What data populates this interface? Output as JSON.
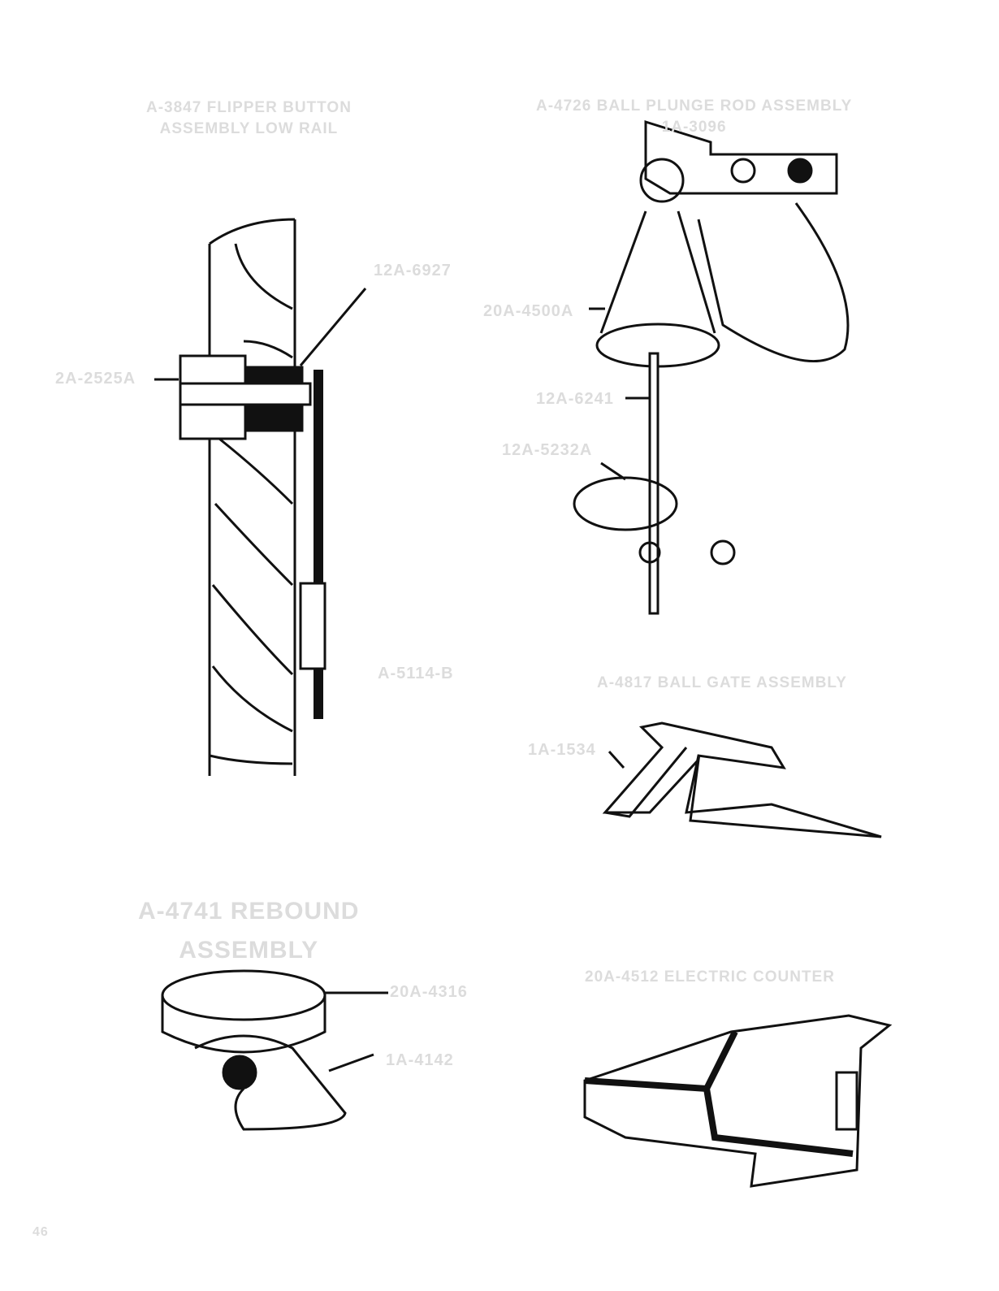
{
  "captions": {
    "flipper": [
      "A-3847 FLIPPER BUTTON",
      "ASSEMBLY LOW RAIL"
    ],
    "plunger": [
      "A-4726 BALL PLUNGE ROD ASSEMBLY",
      "1A-3096"
    ],
    "ballgate": "A-4817 BALL GATE ASSEMBLY",
    "rebound": [
      "A-4741 REBOUND",
      "ASSEMBLY"
    ],
    "counter": "20A-4512 ELECTRIC COUNTER"
  },
  "parts": {
    "p1": "12A-6927",
    "p2": "2A-2525A",
    "p3": "A-5114-B",
    "p4": "20A-4500A",
    "p5": "12A-6241",
    "p6": "12A-5232A",
    "p7": "1A-1534",
    "p8": "20A-4316",
    "p9": "1A-4142"
  },
  "page_number": "46"
}
